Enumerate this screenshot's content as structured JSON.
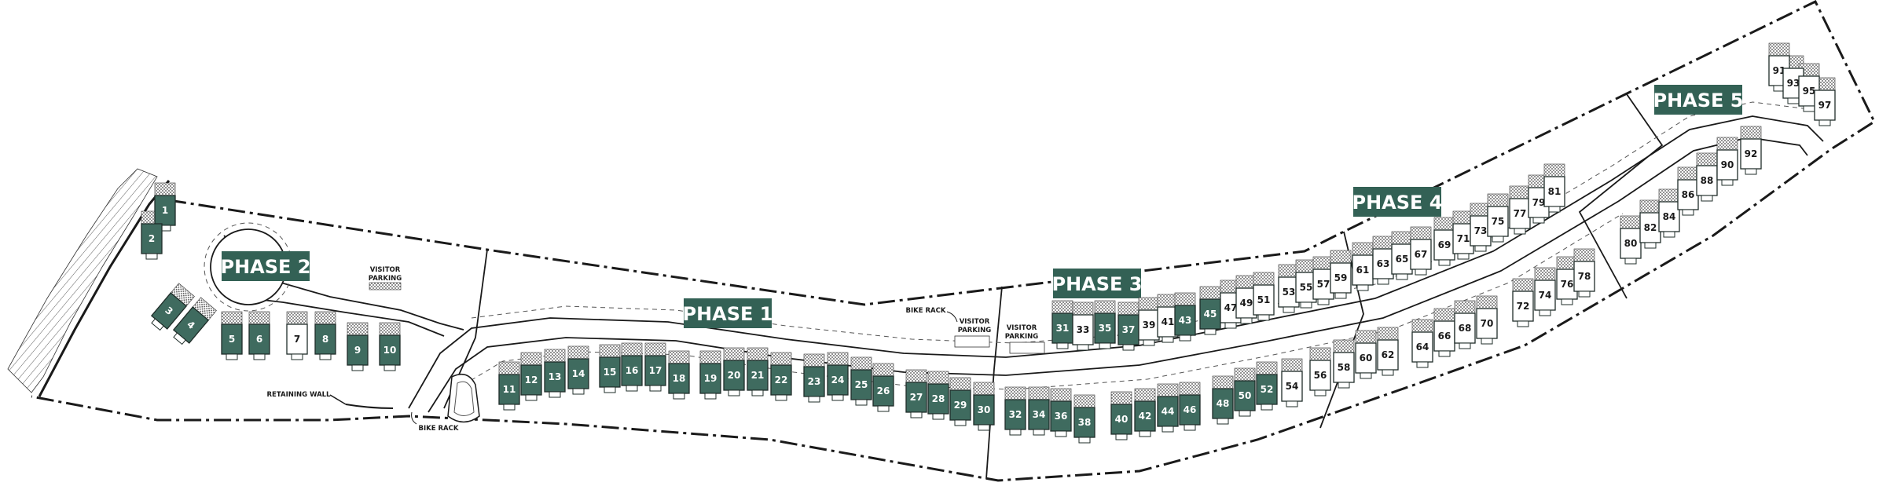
{
  "phases": [
    {
      "label": "PHASE 1"
    },
    {
      "label": "PHASE 2"
    },
    {
      "label": "PHASE 3"
    },
    {
      "label": "PHASE 4"
    },
    {
      "label": "PHASE 5"
    }
  ],
  "annotations": {
    "visitor_parking_1": [
      "VISITOR",
      "PARKING"
    ],
    "visitor_parking_2": [
      "VISITOR",
      "PARKING"
    ],
    "visitor_parking_3": [
      "VISITOR",
      "PARKING"
    ],
    "bike_rack_1": "BIKE RACK",
    "bike_rack_2": "BIKE RACK",
    "retaining_wall": "RETAINING WALL"
  },
  "colors": {
    "built_unit": "#3f6b5f",
    "phase_label_bg": "#336155",
    "open_unit": "#ffffff"
  },
  "units": [
    {
      "n": "1",
      "built": true
    },
    {
      "n": "2",
      "built": true
    },
    {
      "n": "3",
      "built": true
    },
    {
      "n": "4",
      "built": true
    },
    {
      "n": "5",
      "built": true
    },
    {
      "n": "6",
      "built": true
    },
    {
      "n": "7",
      "built": false
    },
    {
      "n": "8",
      "built": true
    },
    {
      "n": "9",
      "built": true
    },
    {
      "n": "10",
      "built": true
    },
    {
      "n": "11",
      "built": true
    },
    {
      "n": "12",
      "built": true
    },
    {
      "n": "13",
      "built": true
    },
    {
      "n": "14",
      "built": true
    },
    {
      "n": "15",
      "built": true
    },
    {
      "n": "16",
      "built": true
    },
    {
      "n": "17",
      "built": true
    },
    {
      "n": "18",
      "built": true
    },
    {
      "n": "19",
      "built": true
    },
    {
      "n": "20",
      "built": true
    },
    {
      "n": "21",
      "built": true
    },
    {
      "n": "22",
      "built": true
    },
    {
      "n": "23",
      "built": true
    },
    {
      "n": "24",
      "built": true
    },
    {
      "n": "25",
      "built": true
    },
    {
      "n": "26",
      "built": true
    },
    {
      "n": "27",
      "built": true
    },
    {
      "n": "28",
      "built": true
    },
    {
      "n": "29",
      "built": true
    },
    {
      "n": "30",
      "built": true
    },
    {
      "n": "31",
      "built": true
    },
    {
      "n": "32",
      "built": true
    },
    {
      "n": "33",
      "built": false
    },
    {
      "n": "34",
      "built": true
    },
    {
      "n": "35",
      "built": true
    },
    {
      "n": "36",
      "built": true
    },
    {
      "n": "37",
      "built": true
    },
    {
      "n": "38",
      "built": true
    },
    {
      "n": "39",
      "built": false
    },
    {
      "n": "40",
      "built": true
    },
    {
      "n": "41",
      "built": false
    },
    {
      "n": "42",
      "built": true
    },
    {
      "n": "43",
      "built": true
    },
    {
      "n": "44",
      "built": true
    },
    {
      "n": "45",
      "built": true
    },
    {
      "n": "46",
      "built": true
    },
    {
      "n": "47",
      "built": false
    },
    {
      "n": "48",
      "built": true
    },
    {
      "n": "49",
      "built": false
    },
    {
      "n": "50",
      "built": true
    },
    {
      "n": "51",
      "built": false
    },
    {
      "n": "52",
      "built": true
    },
    {
      "n": "53",
      "built": false
    },
    {
      "n": "54",
      "built": false
    },
    {
      "n": "55",
      "built": false
    },
    {
      "n": "56",
      "built": false
    },
    {
      "n": "57",
      "built": false
    },
    {
      "n": "58",
      "built": false
    },
    {
      "n": "59",
      "built": false
    },
    {
      "n": "60",
      "built": false
    },
    {
      "n": "61",
      "built": false
    },
    {
      "n": "62",
      "built": false
    },
    {
      "n": "63",
      "built": false
    },
    {
      "n": "64",
      "built": false
    },
    {
      "n": "65",
      "built": false
    },
    {
      "n": "66",
      "built": false
    },
    {
      "n": "67",
      "built": false
    },
    {
      "n": "68",
      "built": false
    },
    {
      "n": "69",
      "built": false
    },
    {
      "n": "70",
      "built": false
    },
    {
      "n": "71",
      "built": false
    },
    {
      "n": "72",
      "built": false
    },
    {
      "n": "73",
      "built": false
    },
    {
      "n": "74",
      "built": false
    },
    {
      "n": "75",
      "built": false
    },
    {
      "n": "76",
      "built": false
    },
    {
      "n": "77",
      "built": false
    },
    {
      "n": "78",
      "built": false
    },
    {
      "n": "79",
      "built": false
    },
    {
      "n": "80",
      "built": false
    },
    {
      "n": "81",
      "built": false
    },
    {
      "n": "82",
      "built": false
    },
    {
      "n": "84",
      "built": false
    },
    {
      "n": "86",
      "built": false
    },
    {
      "n": "88",
      "built": false
    },
    {
      "n": "90",
      "built": false
    },
    {
      "n": "91",
      "built": false
    },
    {
      "n": "92",
      "built": false
    },
    {
      "n": "93",
      "built": false
    },
    {
      "n": "95",
      "built": false
    },
    {
      "n": "97",
      "built": false
    }
  ]
}
